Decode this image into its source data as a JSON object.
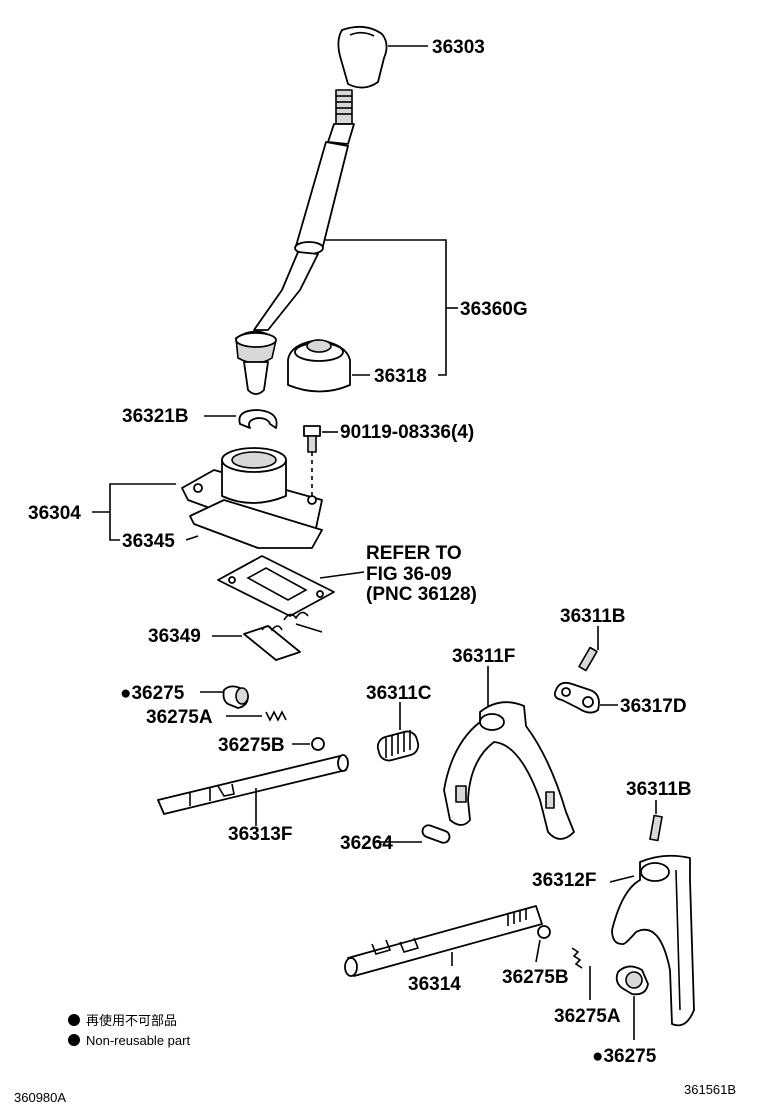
{
  "labels": {
    "p36303": "36303",
    "p36360G": "36360G",
    "p36318": "36318",
    "p36321B": "36321B",
    "p90119": "90119-08336(4)",
    "p36304": "36304",
    "p36345": "36345",
    "refer1": "REFER TO",
    "refer2": "FIG 36-09",
    "refer3": "(PNC 36128)",
    "p36349": "36349",
    "p36311B_top": "36311B",
    "p36311F": "36311F",
    "p36317D": "36317D",
    "p36275_top": "●36275",
    "p36275A_top": "36275A",
    "p36275B_top": "36275B",
    "p36311C": "36311C",
    "p36313F": "36313F",
    "p36264": "36264",
    "p36311B_right": "36311B",
    "p36312F": "36312F",
    "p36314": "36314",
    "p36275B_bottom": "36275B",
    "p36275A_bottom": "36275A",
    "p36275_bottom": "●36275"
  },
  "legend": {
    "japanese": "再使用不可部品",
    "english": "Non-reusable part"
  },
  "footer": {
    "left_code": "360980A",
    "right_code": "361561B"
  }
}
